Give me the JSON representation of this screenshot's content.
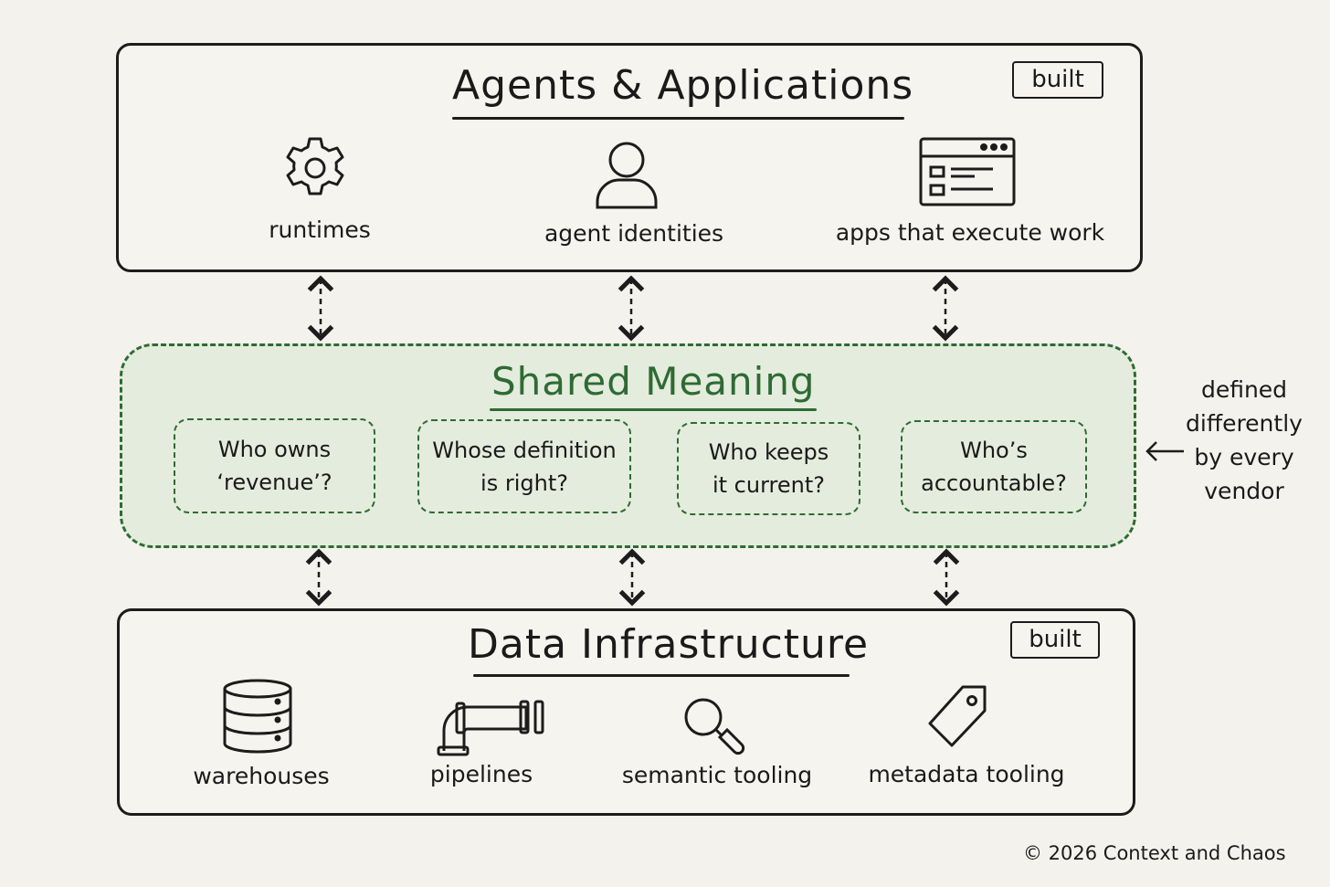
{
  "top_layer": {
    "title": "Agents & Applications",
    "badge": "built",
    "items": [
      {
        "label": "runtimes",
        "icon": "gear-icon"
      },
      {
        "label": "agent identities",
        "icon": "person-icon"
      },
      {
        "label": "apps that execute work",
        "icon": "app-window-icon"
      }
    ]
  },
  "middle_layer": {
    "title": "Shared Meaning",
    "questions": [
      "Who owns\n‘revenue’?",
      "Whose definition\nis right?",
      "Who keeps\nit current?",
      "Who’s\naccountable?"
    ],
    "side_note": "defined\ndifferently\nby every\nvendor",
    "accent_color": "#2e6b34"
  },
  "bottom_layer": {
    "title": "Data Infrastructure",
    "badge": "built",
    "items": [
      {
        "label": "warehouses",
        "icon": "database-icon"
      },
      {
        "label": "pipelines",
        "icon": "pipe-icon"
      },
      {
        "label": "semantic tooling",
        "icon": "magnifier-icon"
      },
      {
        "label": "metadata tooling",
        "icon": "tag-icon"
      }
    ]
  },
  "footer": "© 2026 Context and Chaos"
}
